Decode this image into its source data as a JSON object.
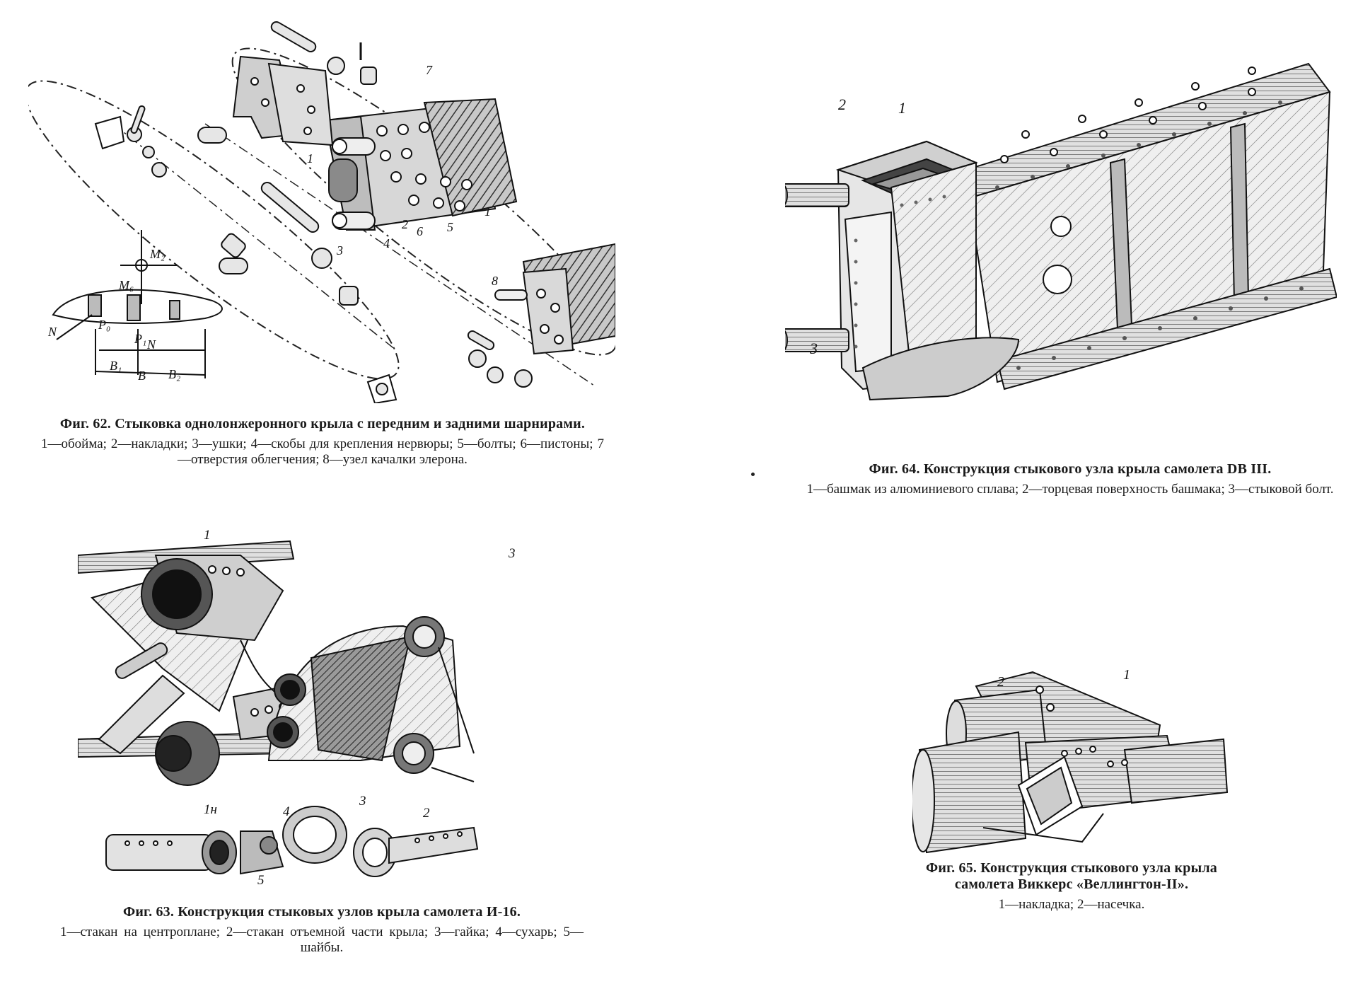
{
  "figures": {
    "fig62": {
      "title": "Фиг. 62. Стыковка однолонжеронного крыла с передним и задними шарнирами.",
      "legend": "1—обойма; 2—накладки; 3—ушки; 4—скобы для крепления нервюры; 5—болты; 6—пистоны; 7—отверстия облегчения; 8—узел качалки элерона.",
      "labels": [
        "1",
        "2",
        "3",
        "4",
        "5",
        "6",
        "7",
        "8",
        "1",
        "M₂",
        "M₆",
        "N",
        "N",
        "P₀",
        "P₁",
        "B₁",
        "B",
        "B₂"
      ]
    },
    "fig63": {
      "title": "Фиг. 63. Конструкция стыковых узлов крыла самолета И-16.",
      "legend": "1—стакан на центроплане; 2—стакан отъемной части крыла; 3—гайка; 4—сухарь; 5—шайбы.",
      "labels": [
        "1",
        "3",
        "1н",
        "4",
        "3",
        "2",
        "5"
      ]
    },
    "fig64": {
      "title": "Фиг. 64. Конструкция стыкового узла крыла самолета DB III.",
      "legend": "1—башмак из алюминиевого сплава; 2—торцевая поверхность башмака; 3—стыковой болт.",
      "labels": [
        "2",
        "1",
        "3"
      ]
    },
    "fig65": {
      "title": "Фиг. 65. Конструкция стыкового узла крыла самолета Виккерс «Веллингтон-II».",
      "legend": "1—накладка; 2—насечка.",
      "labels": [
        "2",
        "1"
      ]
    }
  }
}
